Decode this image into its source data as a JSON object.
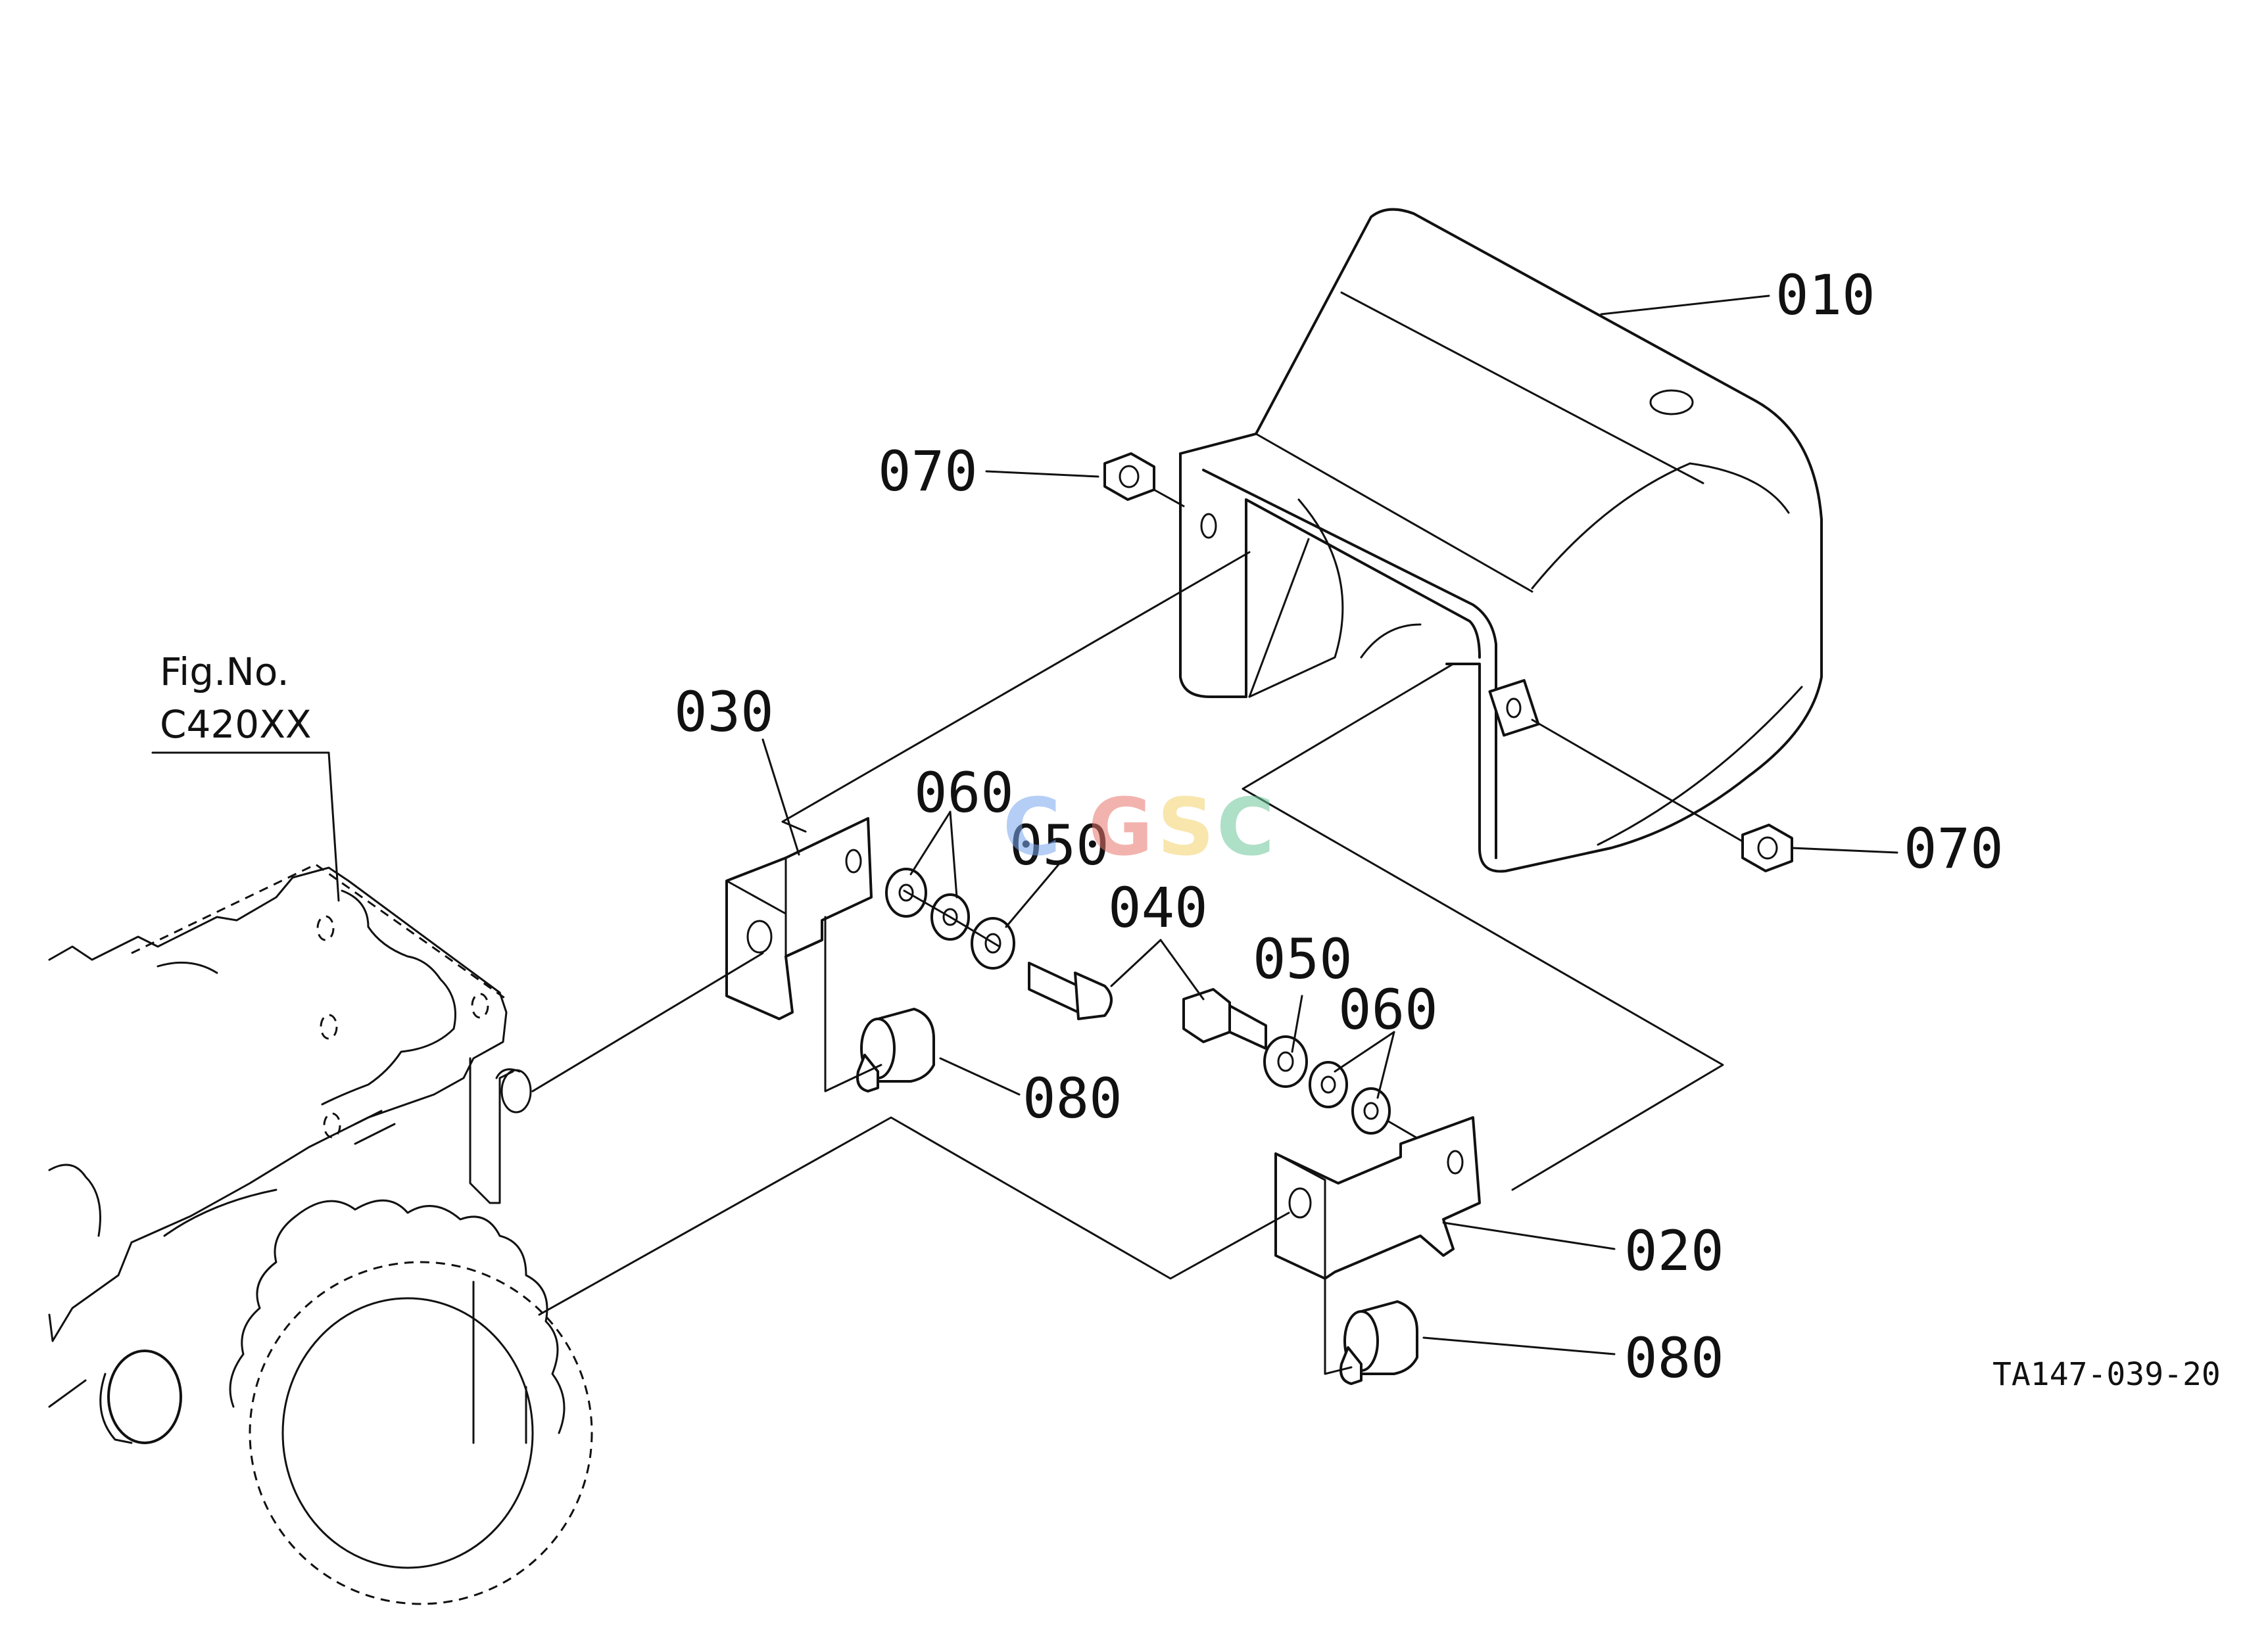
{
  "figure_reference": {
    "line1": "Fig.No.",
    "line2": "C420XX"
  },
  "drawing_code": "TA147-039-20",
  "watermark": {
    "letters": [
      "C",
      "G",
      "S",
      "C"
    ],
    "colors": [
      "#7aa7f0",
      "#e8766d",
      "#f3d26b",
      "#6cc59a"
    ]
  },
  "part_labels": {
    "p010": "010",
    "p020": "020",
    "p030": "030",
    "p040": "040",
    "p050a": "050",
    "p050b": "050",
    "p060a": "060",
    "p060b": "060",
    "p070a": "070",
    "p070b": "070",
    "p080a": "080",
    "p080b": "080"
  }
}
